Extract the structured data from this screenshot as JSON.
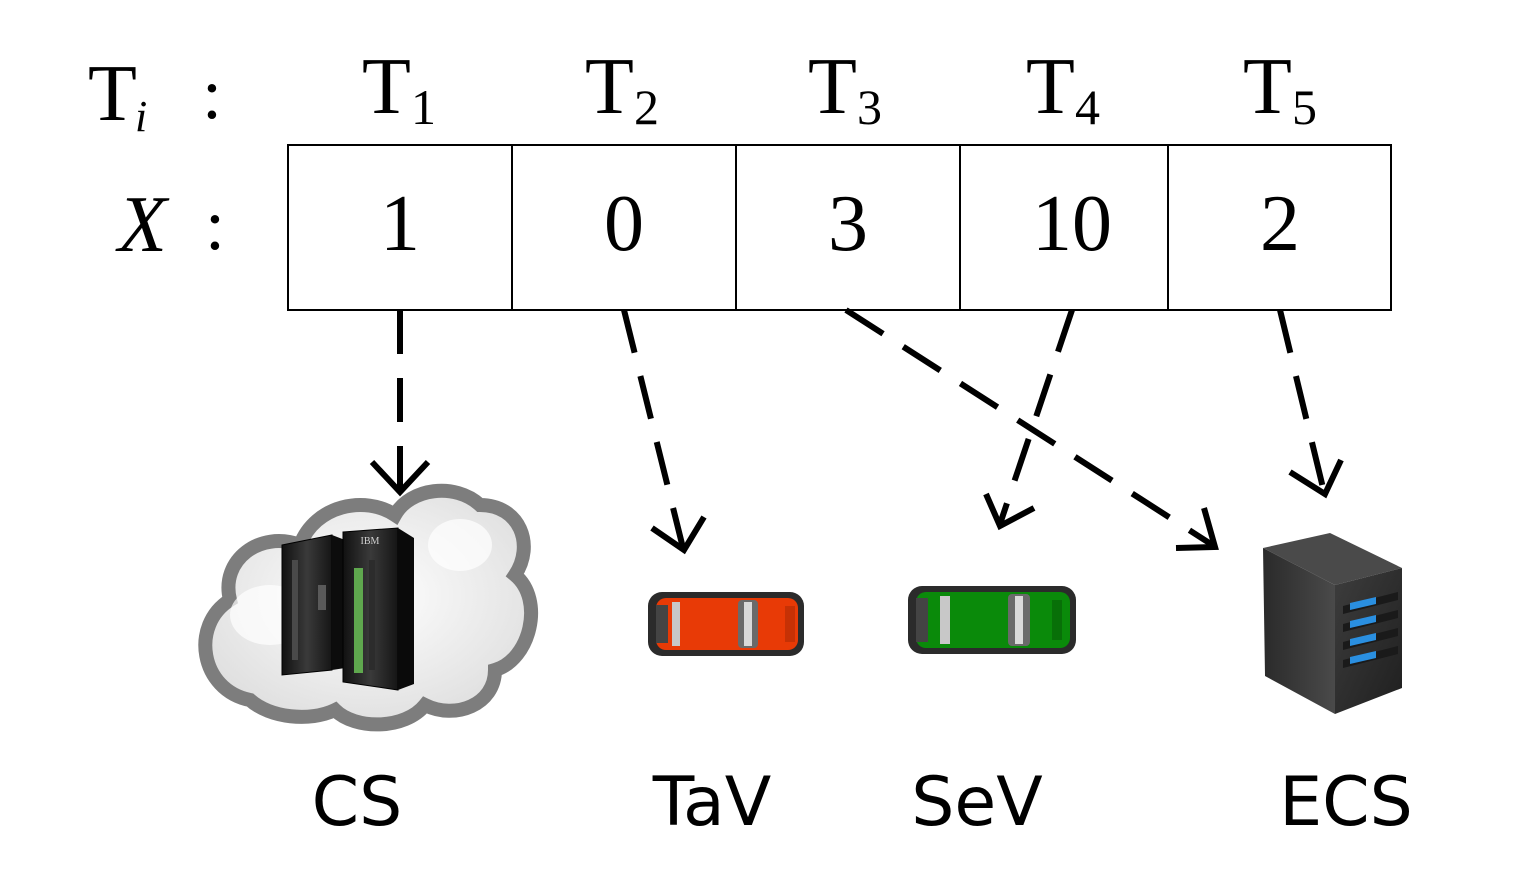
{
  "row_labels": {
    "tasks": {
      "symbol": "T",
      "subscript": "i",
      "colon": ":"
    },
    "assignment": {
      "symbol": "X",
      "colon": ":"
    }
  },
  "tasks": [
    {
      "symbol": "T",
      "index": "1",
      "value": "1",
      "target": "cs"
    },
    {
      "symbol": "T",
      "index": "2",
      "value": "0",
      "target": "tav"
    },
    {
      "symbol": "T",
      "index": "3",
      "value": "3",
      "target": "ecs"
    },
    {
      "symbol": "T",
      "index": "4",
      "value": "10",
      "target": "sev"
    },
    {
      "symbol": "T",
      "index": "5",
      "value": "2",
      "target": "ecs"
    }
  ],
  "nodes": [
    {
      "id": "cs",
      "label": "CS",
      "icon": "cloud-server-icon",
      "badge": "IBM"
    },
    {
      "id": "tav",
      "label": "TaV",
      "icon": "orange-car-icon",
      "color": "#e83a06"
    },
    {
      "id": "sev",
      "label": "SeV",
      "icon": "green-car-icon",
      "color": "#0a8a0a"
    },
    {
      "id": "ecs",
      "label": "ECS",
      "icon": "edge-server-icon",
      "accent": "#2a8fe0"
    }
  ]
}
